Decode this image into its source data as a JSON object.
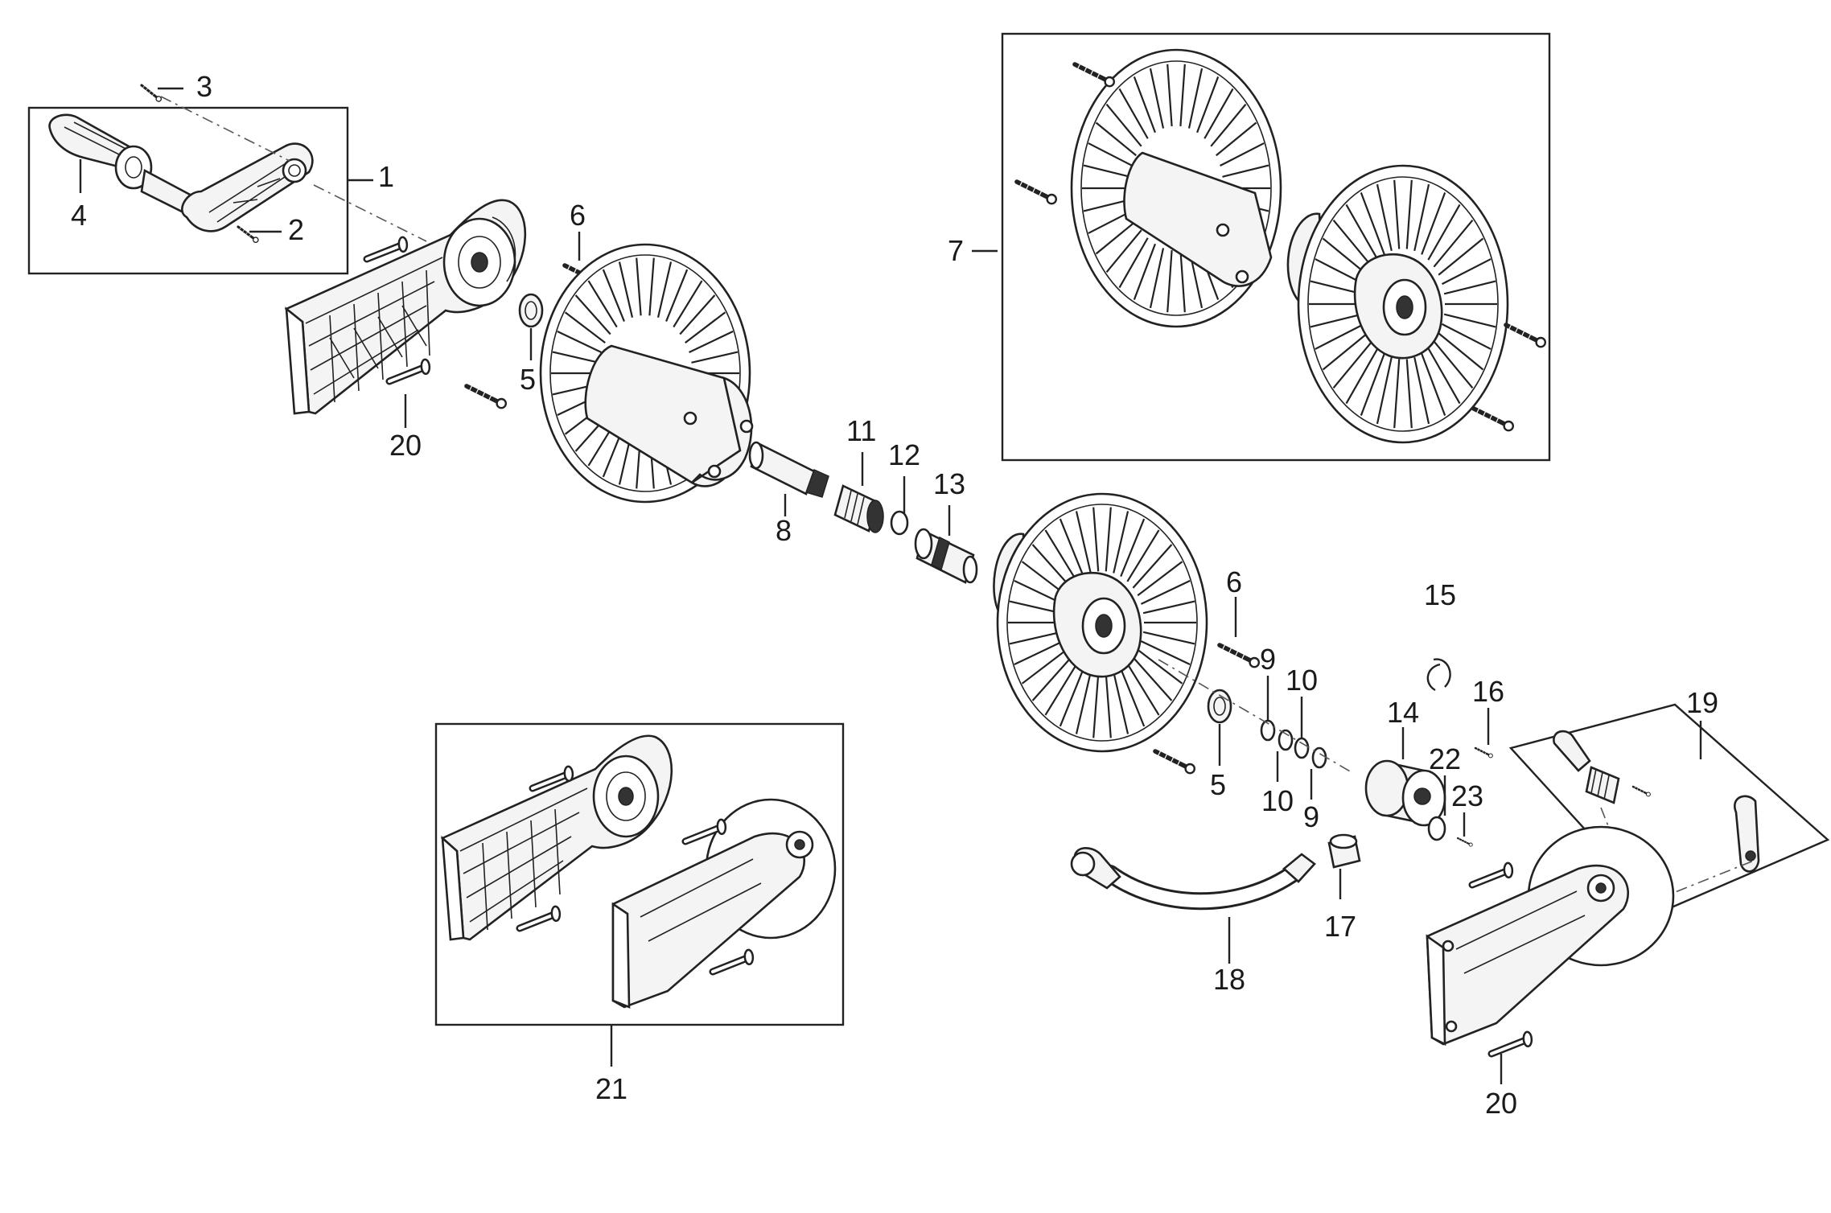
{
  "callouts": [
    {
      "id": "1",
      "label": "1"
    },
    {
      "id": "2",
      "label": "2"
    },
    {
      "id": "3",
      "label": "3"
    },
    {
      "id": "4",
      "label": "4"
    },
    {
      "id": "5a",
      "label": "5"
    },
    {
      "id": "6a",
      "label": "6"
    },
    {
      "id": "7",
      "label": "7"
    },
    {
      "id": "8",
      "label": "8"
    },
    {
      "id": "11",
      "label": "11"
    },
    {
      "id": "12",
      "label": "12"
    },
    {
      "id": "13",
      "label": "13"
    },
    {
      "id": "20a",
      "label": "20"
    },
    {
      "id": "6b",
      "label": "6"
    },
    {
      "id": "9a",
      "label": "9"
    },
    {
      "id": "10a",
      "label": "10"
    },
    {
      "id": "10b",
      "label": "10"
    },
    {
      "id": "9b",
      "label": "9"
    },
    {
      "id": "5b",
      "label": "5"
    },
    {
      "id": "14",
      "label": "14"
    },
    {
      "id": "15",
      "label": "15"
    },
    {
      "id": "16",
      "label": "16"
    },
    {
      "id": "19",
      "label": "19"
    },
    {
      "id": "22",
      "label": "22"
    },
    {
      "id": "23",
      "label": "23"
    },
    {
      "id": "17",
      "label": "17"
    },
    {
      "id": "18",
      "label": "18"
    },
    {
      "id": "21",
      "label": "21"
    },
    {
      "id": "20b",
      "label": "20"
    }
  ]
}
